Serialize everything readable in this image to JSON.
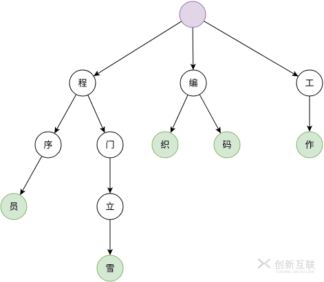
{
  "diagram": {
    "type": "tree",
    "colors": {
      "root_fill": "#e1d5e7",
      "root_stroke": "#9673a6",
      "internal_fill": "#ffffff",
      "internal_stroke": "#000000",
      "leaf_fill": "#d5e8d4",
      "leaf_stroke": "#82b366",
      "edge": "#000000"
    },
    "nodes": [
      {
        "id": "root",
        "label": "",
        "kind": "root"
      },
      {
        "id": "cheng",
        "label": "程",
        "kind": "internal"
      },
      {
        "id": "bian",
        "label": "编",
        "kind": "internal"
      },
      {
        "id": "gong",
        "label": "工",
        "kind": "internal"
      },
      {
        "id": "xu",
        "label": "序",
        "kind": "internal"
      },
      {
        "id": "men",
        "label": "门",
        "kind": "internal"
      },
      {
        "id": "li",
        "label": "立",
        "kind": "internal"
      },
      {
        "id": "yuan",
        "label": "员",
        "kind": "leaf"
      },
      {
        "id": "zhi",
        "label": "织",
        "kind": "leaf"
      },
      {
        "id": "ma",
        "label": "码",
        "kind": "leaf"
      },
      {
        "id": "zuo",
        "label": "作",
        "kind": "leaf"
      },
      {
        "id": "xue",
        "label": "雪",
        "kind": "leaf"
      }
    ],
    "edges": [
      {
        "from": "root",
        "to": "cheng"
      },
      {
        "from": "root",
        "to": "bian"
      },
      {
        "from": "root",
        "to": "gong"
      },
      {
        "from": "cheng",
        "to": "xu"
      },
      {
        "from": "cheng",
        "to": "men"
      },
      {
        "from": "bian",
        "to": "zhi"
      },
      {
        "from": "bian",
        "to": "ma"
      },
      {
        "from": "gong",
        "to": "zuo"
      },
      {
        "from": "xu",
        "to": "yuan"
      },
      {
        "from": "men",
        "to": "li"
      },
      {
        "from": "li",
        "to": "xue"
      }
    ]
  },
  "watermark": {
    "text": "创新互联",
    "icon": "chuangxin-logo-icon",
    "subtext": "CHUANG XIN HU LIAN"
  }
}
